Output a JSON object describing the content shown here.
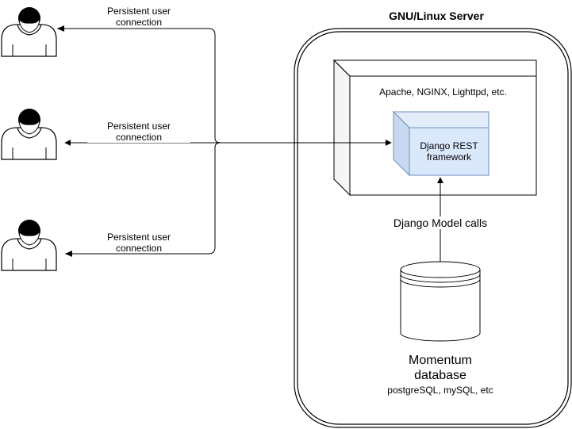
{
  "diagram": {
    "server": {
      "title": "GNU/Linux Server"
    },
    "webserver": {
      "label": "Apache, NGINX, Lighttpd, etc."
    },
    "rest": {
      "line1": "Django REST",
      "line2": "framework"
    },
    "model_calls": {
      "label": "Django Model calls"
    },
    "database": {
      "line1": "Momentum",
      "line2": "database",
      "sub": "postgreSQL, mySQL, etc"
    },
    "connections": [
      {
        "line1": "Persistent user",
        "line2": "connection"
      },
      {
        "line1": "Persistent user",
        "line2": "connection"
      },
      {
        "line1": "Persistent user",
        "line2": "connection"
      }
    ],
    "users": [
      "user-1",
      "user-2",
      "user-3"
    ],
    "colors": {
      "stroke": "#000000",
      "rest_fill": "#dae8fc",
      "rest_stroke": "#6c8ebf",
      "box_side": "#f5f5f5"
    }
  }
}
